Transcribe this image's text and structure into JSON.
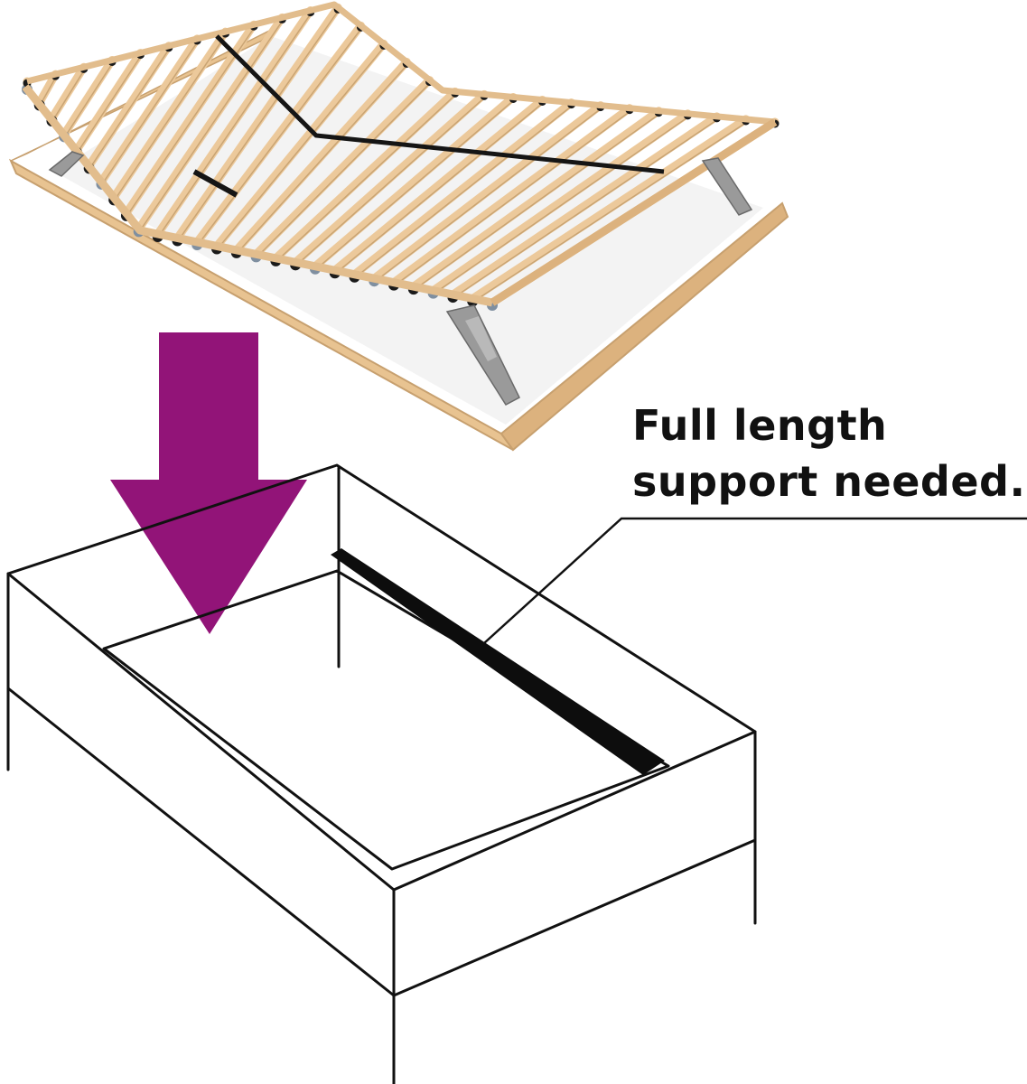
{
  "callout": {
    "line1": "Full length",
    "line2": "support needed."
  },
  "colors": {
    "arrow": "#921478",
    "wood": "#ecc99b",
    "wood_dark": "#c9a473",
    "frame_line": "#111111",
    "support_bar": "#0d0d0d",
    "bracket": "#8c8c8c"
  },
  "icons": {
    "slatted_frame": "adjustable-slatted-bed-base-photo",
    "arrow": "down-arrow-icon",
    "bed_frame": "bed-frame-line-drawing"
  }
}
